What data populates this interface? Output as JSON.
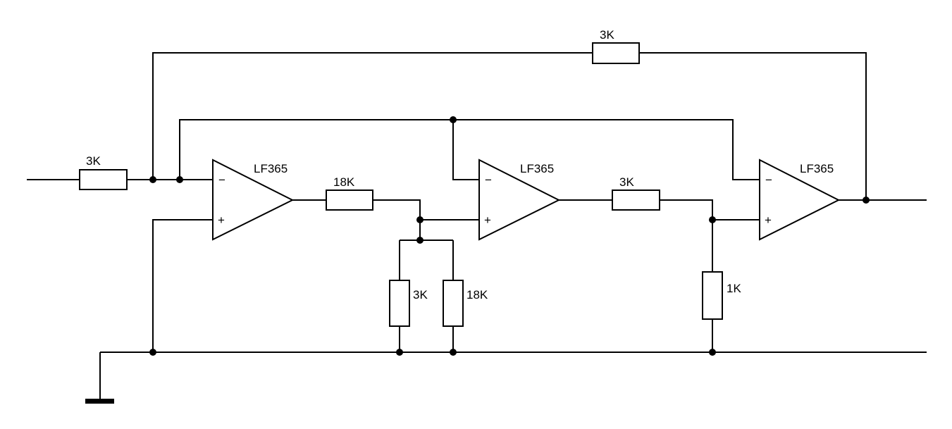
{
  "components": {
    "opamp1": {
      "part": "LF365",
      "minus": "−",
      "plus": "+"
    },
    "opamp2": {
      "part": "LF365",
      "minus": "−",
      "plus": "+"
    },
    "opamp3": {
      "part": "LF365",
      "minus": "−",
      "plus": "+"
    },
    "r_input": "3K",
    "r_feedback_top": "3K",
    "r_series_1": "18K",
    "r_shunt_1a": "3K",
    "r_shunt_1b": "18K",
    "r_series_2": "3K",
    "r_shunt_2": "1K"
  }
}
